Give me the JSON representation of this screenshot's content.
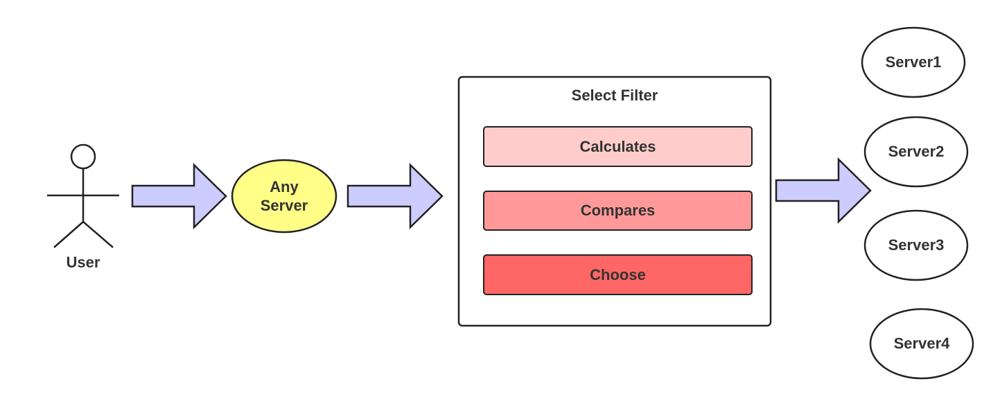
{
  "user": {
    "label": "User"
  },
  "entry_server": {
    "line1": "Any",
    "line2": "Server"
  },
  "filter": {
    "title": "Select Filter",
    "steps": [
      {
        "label": "Calculates",
        "color": "#ffcccc"
      },
      {
        "label": "Compares",
        "color": "#ff9999"
      },
      {
        "label": "Choose",
        "color": "#ff6666"
      }
    ]
  },
  "servers": [
    {
      "label": "Server1"
    },
    {
      "label": "Server2"
    },
    {
      "label": "Server3"
    },
    {
      "label": "Server4"
    }
  ],
  "colors": {
    "arrow_fill": "#ccccff",
    "entry_server_fill": "#ffff88",
    "stroke": "#222222",
    "text": "#333333"
  }
}
